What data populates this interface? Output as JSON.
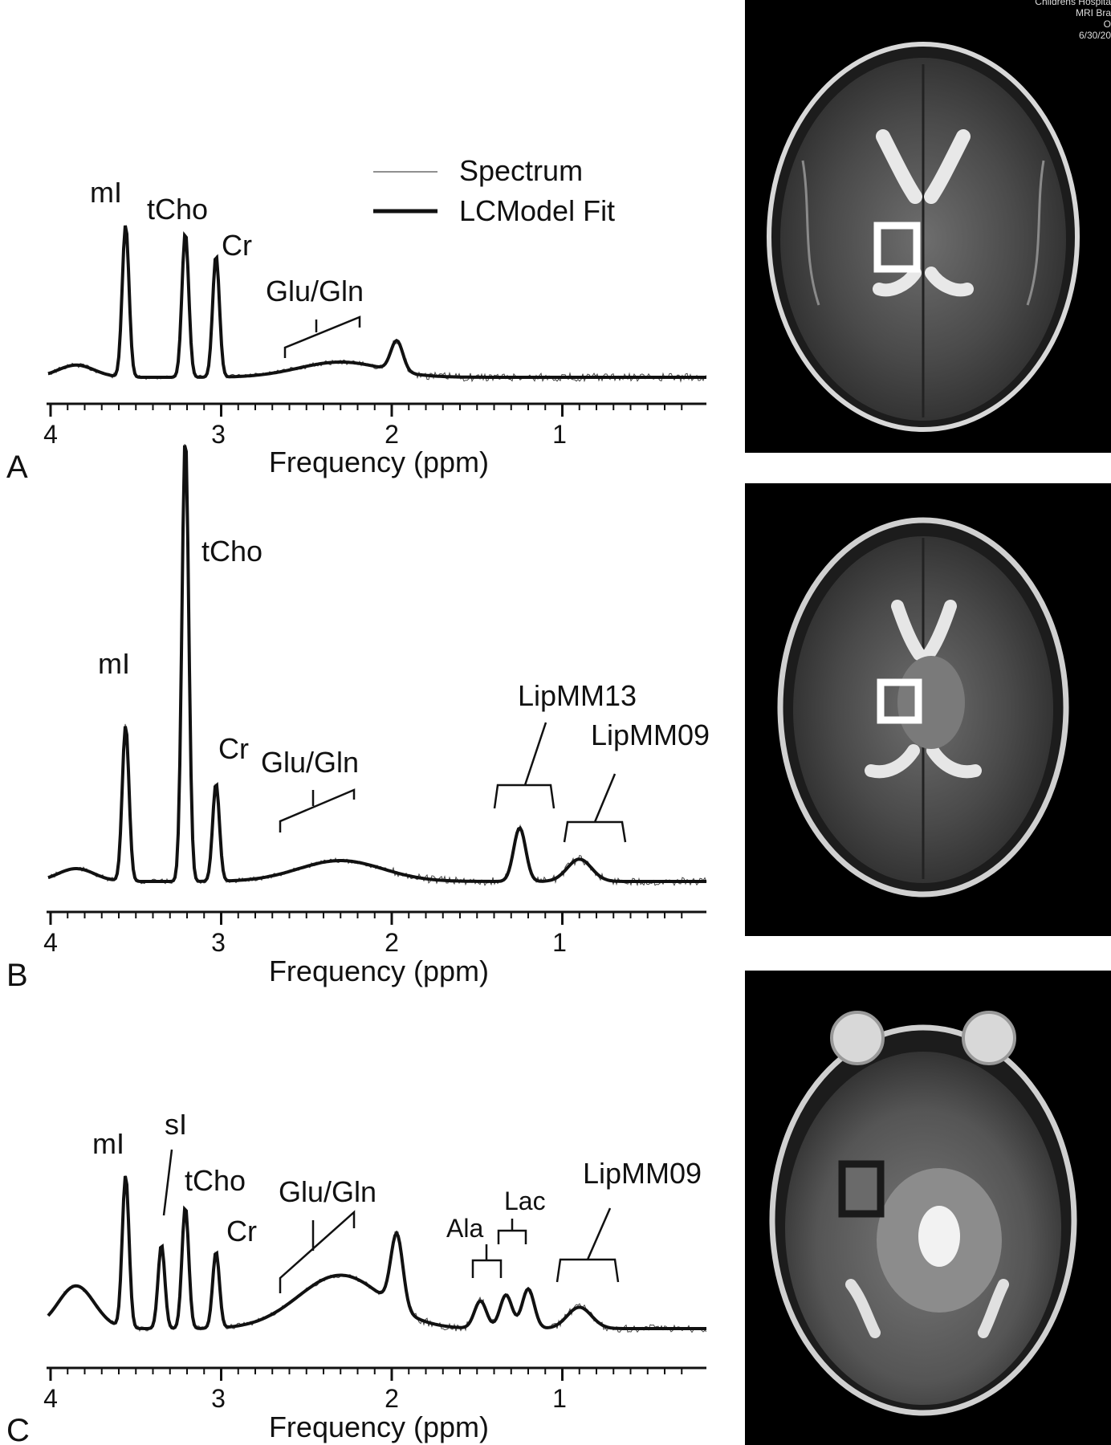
{
  "legend": {
    "spectrum": "Spectrum",
    "fit": "LCModel Fit"
  },
  "panels": [
    {
      "id": "A",
      "panel_label": "A",
      "xlabel": "Frequency (ppm)",
      "ticks": [
        "4",
        "3",
        "2",
        "1"
      ],
      "peaks": [
        {
          "text": "mI"
        },
        {
          "text": "tCho"
        },
        {
          "text": "Cr"
        },
        {
          "text": "Glu/Gln"
        }
      ],
      "mri_roi": "white"
    },
    {
      "id": "B",
      "panel_label": "B",
      "xlabel": "Frequency (ppm)",
      "ticks": [
        "4",
        "3",
        "2",
        "1"
      ],
      "peaks": [
        {
          "text": "mI"
        },
        {
          "text": "tCho"
        },
        {
          "text": "Cr"
        },
        {
          "text": "Glu/Gln"
        },
        {
          "text": "LipMM13"
        },
        {
          "text": "LipMM09"
        }
      ],
      "mri_roi": "white"
    },
    {
      "id": "C",
      "panel_label": "C",
      "xlabel": "Frequency (ppm)",
      "ticks": [
        "4",
        "3",
        "2",
        "1"
      ],
      "peaks": [
        {
          "text": "mI"
        },
        {
          "text": "sI"
        },
        {
          "text": "tCho"
        },
        {
          "text": "Cr"
        },
        {
          "text": "Glu/Gln"
        },
        {
          "text": "Ala"
        },
        {
          "text": "Lac"
        },
        {
          "text": "LipMM09"
        }
      ],
      "mri_roi": "black"
    }
  ],
  "mri_header": {
    "line1": "Childrens Hospita",
    "line2": "MRI Bra",
    "line3": "O",
    "line4": "6/30/20"
  },
  "chart_data": [
    {
      "type": "line",
      "xlabel": "Frequency (ppm)",
      "xlim": [
        4.0,
        0.2
      ],
      "x_reversed": true,
      "series": [
        {
          "name": "Spectrum"
        },
        {
          "name": "LCModel Fit",
          "peaks": [
            {
              "ppm": 3.56,
              "height": 1.0
            },
            {
              "ppm": 3.21,
              "height": 0.95
            },
            {
              "ppm": 3.03,
              "height": 0.8
            },
            {
              "ppm": 1.97,
              "height": 0.2
            }
          ]
        }
      ]
    },
    {
      "type": "line",
      "xlabel": "Frequency (ppm)",
      "xlim": [
        4.0,
        0.2
      ],
      "x_reversed": true,
      "series": [
        {
          "name": "Spectrum"
        },
        {
          "name": "LCModel Fit",
          "peaks": [
            {
              "ppm": 3.56,
              "height": 0.35
            },
            {
              "ppm": 3.21,
              "height": 1.0
            },
            {
              "ppm": 3.03,
              "height": 0.22
            },
            {
              "ppm": 1.25,
              "height": 0.12
            },
            {
              "ppm": 0.9,
              "height": 0.05
            }
          ]
        }
      ]
    },
    {
      "type": "line",
      "xlabel": "Frequency (ppm)",
      "xlim": [
        4.0,
        0.2
      ],
      "x_reversed": true,
      "series": [
        {
          "name": "Spectrum"
        },
        {
          "name": "LCModel Fit",
          "peaks": [
            {
              "ppm": 3.56,
              "height": 1.0
            },
            {
              "ppm": 3.35,
              "height": 0.55
            },
            {
              "ppm": 3.21,
              "height": 0.8
            },
            {
              "ppm": 3.03,
              "height": 0.5
            },
            {
              "ppm": 1.97,
              "height": 0.48
            },
            {
              "ppm": 1.48,
              "height": 0.18
            },
            {
              "ppm": 1.33,
              "height": 0.22
            },
            {
              "ppm": 1.2,
              "height": 0.26
            },
            {
              "ppm": 0.9,
              "height": 0.14
            }
          ]
        }
      ]
    }
  ]
}
